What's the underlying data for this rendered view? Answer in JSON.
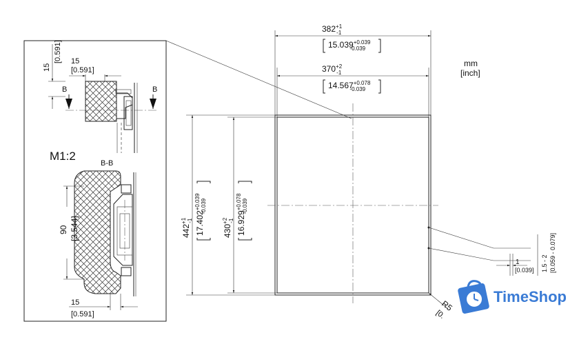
{
  "units": {
    "mm": "mm",
    "inch": "[inch]"
  },
  "scale_label": "M1:2",
  "section_label": "B-B",
  "section_marker": "B",
  "detail": {
    "top_vertical": {
      "mm": "15",
      "inch": "[0.591]"
    },
    "top_horizontal": {
      "mm": "15",
      "inch": "[0.591]"
    },
    "height": {
      "mm": "90",
      "inch": "[3.544]"
    },
    "bottom_horizontal": {
      "mm": "15",
      "inch": "[0.591]"
    }
  },
  "main": {
    "outer_width": {
      "mm": "382",
      "tol_up": "+1",
      "tol_dn": "-1",
      "inch": "15.039",
      "inch_up": "+0.039",
      "inch_dn": "-0.039"
    },
    "inner_width": {
      "mm": "370",
      "tol_up": "+2",
      "tol_dn": "-1",
      "inch": "14.567",
      "inch_up": "+0.078",
      "inch_dn": "-0.039"
    },
    "outer_height": {
      "mm": "442",
      "tol_up": "+1",
      "tol_dn": "-1",
      "inch": "17.402",
      "inch_up": "+0.039",
      "inch_dn": "-0.039"
    },
    "inner_height": {
      "mm": "430",
      "tol_up": "+2",
      "tol_dn": "-1",
      "inch": "16.929",
      "inch_up": "+0.078",
      "inch_dn": "-0.039"
    },
    "edge_a": {
      "mm": "1",
      "inch": "[0.039]"
    },
    "edge_b": {
      "mm": "1.5 - 2",
      "inch": "[0.059 - 0.079]"
    },
    "radius_label": "R5",
    "radius_inch_partial": "[0."
  },
  "brand": {
    "name": "TimeShop",
    "color": "#3a7bd5"
  }
}
